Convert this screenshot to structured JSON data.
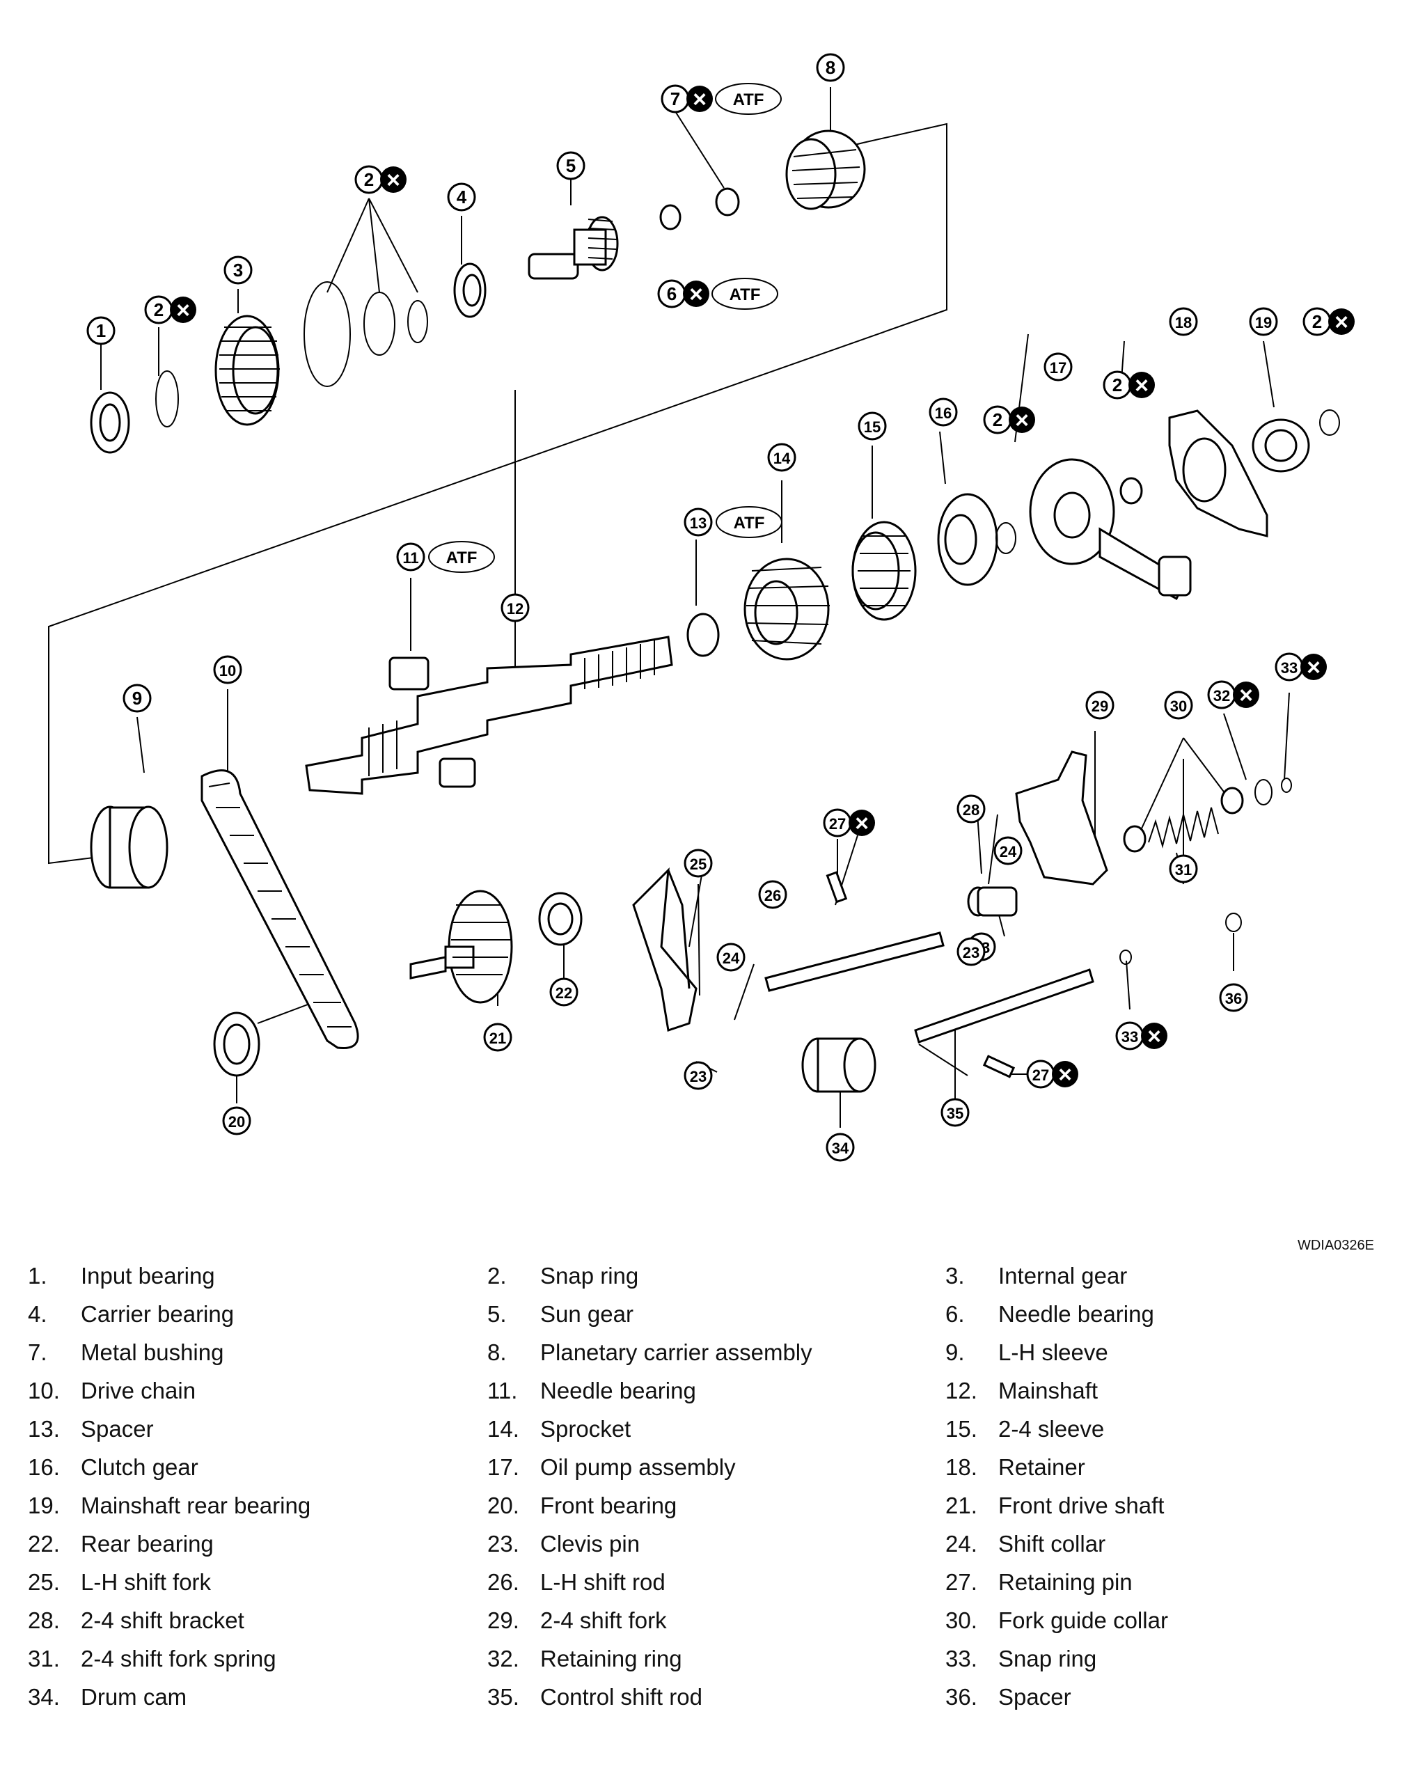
{
  "figure_code": "WDIA0326E",
  "symbols": {
    "atf_label": "ATF",
    "x_mark": "×"
  },
  "callouts": [
    "1",
    "2",
    "3",
    "4",
    "5",
    "6",
    "7",
    "8",
    "9",
    "10",
    "11",
    "12",
    "13",
    "14",
    "15",
    "16",
    "17",
    "18",
    "19",
    "20",
    "21",
    "22",
    "23",
    "24",
    "25",
    "26",
    "27",
    "28",
    "29",
    "30",
    "31",
    "32",
    "33",
    "34",
    "35",
    "36"
  ],
  "legend": [
    {
      "num": "1.",
      "label": "Input bearing"
    },
    {
      "num": "2.",
      "label": "Snap ring"
    },
    {
      "num": "3.",
      "label": "Internal gear"
    },
    {
      "num": "4.",
      "label": "Carrier bearing"
    },
    {
      "num": "5.",
      "label": "Sun gear"
    },
    {
      "num": "6.",
      "label": "Needle bearing"
    },
    {
      "num": "7.",
      "label": "Metal bushing"
    },
    {
      "num": "8.",
      "label": "Planetary carrier assembly"
    },
    {
      "num": "9.",
      "label": "L-H sleeve"
    },
    {
      "num": "10.",
      "label": "Drive chain"
    },
    {
      "num": "11.",
      "label": "Needle bearing"
    },
    {
      "num": "12.",
      "label": "Mainshaft"
    },
    {
      "num": "13.",
      "label": "Spacer"
    },
    {
      "num": "14.",
      "label": "Sprocket"
    },
    {
      "num": "15.",
      "label": "2-4 sleeve"
    },
    {
      "num": "16.",
      "label": "Clutch gear"
    },
    {
      "num": "17.",
      "label": "Oil pump assembly"
    },
    {
      "num": "18.",
      "label": "Retainer"
    },
    {
      "num": "19.",
      "label": "Mainshaft rear bearing"
    },
    {
      "num": "20.",
      "label": "Front bearing"
    },
    {
      "num": "21.",
      "label": "Front drive shaft"
    },
    {
      "num": "22.",
      "label": "Rear bearing"
    },
    {
      "num": "23.",
      "label": "Clevis pin"
    },
    {
      "num": "24.",
      "label": "Shift collar"
    },
    {
      "num": "25.",
      "label": "L-H shift fork"
    },
    {
      "num": "26.",
      "label": "L-H shift rod"
    },
    {
      "num": "27.",
      "label": "Retaining pin"
    },
    {
      "num": "28.",
      "label": "2-4 shift bracket"
    },
    {
      "num": "29.",
      "label": "2-4 shift fork"
    },
    {
      "num": "30.",
      "label": "Fork guide collar"
    },
    {
      "num": "31.",
      "label": "2-4 shift fork spring"
    },
    {
      "num": "32.",
      "label": "Retaining ring"
    },
    {
      "num": "33.",
      "label": "Snap ring"
    },
    {
      "num": "34.",
      "label": "Drum cam"
    },
    {
      "num": "35.",
      "label": "Control shift rod"
    },
    {
      "num": "36.",
      "label": "Spacer"
    }
  ]
}
